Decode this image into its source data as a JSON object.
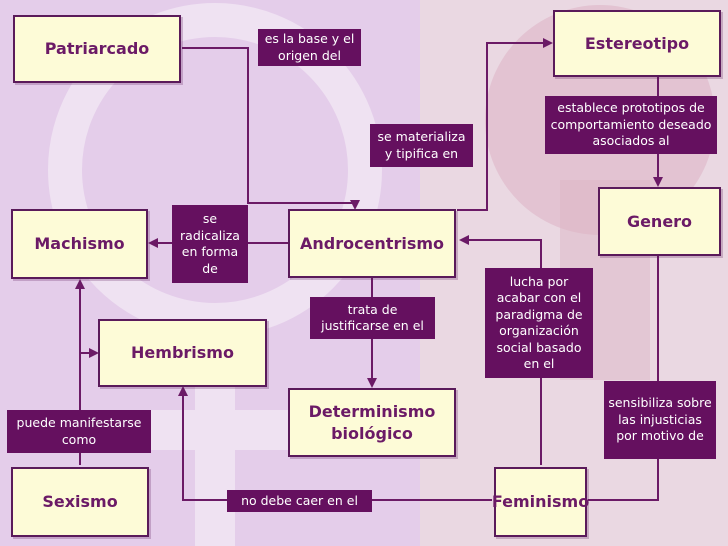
{
  "nodes": {
    "patriarcado": "Patriarcado",
    "machismo": "Machismo",
    "hembrismo": "Hembrismo",
    "sexismo": "Sexismo",
    "androcentrismo": "Androcentrismo",
    "determinismo": "Determinismo biológico",
    "feminismo": "Feminismo",
    "estereotipo": "Estereotipo",
    "genero": "Genero"
  },
  "links": {
    "base_origen": "es la base y el origen del",
    "radicaliza": "se radicaliza en forma de",
    "materializa": "se materializa y tipifica en",
    "establece": "establece prototipos de comportamiento deseado asociados al",
    "justificarse": "trata de justificarse en el",
    "lucha": "lucha por acabar con el paradigma de organización social basado en el",
    "sensibiliza": "sensibiliza sobre las injusticias por motivo de",
    "manifestarse": "puede manifestarse como",
    "no_caer": "no debe caer en el"
  },
  "colors": {
    "node_fill": "#fdfbd7",
    "node_border": "#5a1a5a",
    "label_fill": "#65105f",
    "arrow": "#6b1a66"
  }
}
